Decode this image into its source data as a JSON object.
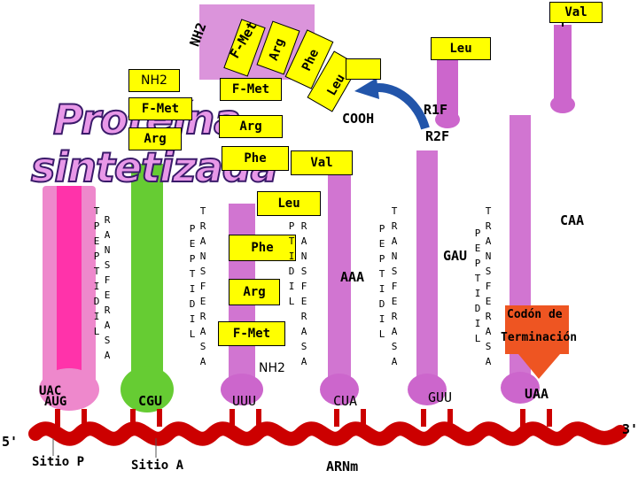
{
  "title_line1": "Proteína",
  "title_line2": "sintetizada",
  "chain_labels": {
    "nh2": "NH2",
    "fmet": "F-Met",
    "arg": "Arg",
    "phe": "Phe",
    "leu": "Leu"
  },
  "left_stack": {
    "nh2": "NH2",
    "fmet": "F-Met",
    "arg": "Arg"
  },
  "top_right": {
    "val": "Val",
    "leu": "Leu"
  },
  "factors": {
    "r1f": "R1F",
    "r2f": "R2F",
    "cooh": "COOH"
  },
  "floating": {
    "arg": "Arg",
    "phe": "Phe",
    "val": "Val",
    "leu": "Leu"
  },
  "trna_boxes": {
    "phe": "Phe",
    "arg": "Arg",
    "fmet": "F-Met",
    "nh2": "NH2"
  },
  "release_column_letters": [
    "T",
    "P",
    "R",
    "E",
    "A",
    "P",
    "N",
    "T",
    "S",
    "I",
    "F",
    "D",
    "E",
    "I",
    "R",
    "L",
    "A",
    "S",
    "A"
  ],
  "anticodons": {
    "uac": "UAC",
    "aug": "AUG",
    "cgu": "CGU",
    "uuu": "UUU",
    "cua": "CUA",
    "guu": "GUU",
    "uaa": "UAA",
    "aaa": "AAA",
    "gau": "GAU",
    "caa": "CAA"
  },
  "codon_termination": {
    "line1": "Codón de",
    "line2": "Terminación"
  },
  "sites": {
    "p": "Sitio P",
    "a": "Sitio A"
  },
  "mrna": {
    "label": "ARNm",
    "five_prime": "5'",
    "three_prime": "3'"
  },
  "colors": {
    "trna_purple": "#cc55cc",
    "trna_pink": "#ee88cc",
    "trna_green": "#66cc33",
    "mrna_red": "#cc0000",
    "box_yellow": "#ffff00",
    "arrow_blue": "#2255aa",
    "arrow_red": "#dd3300"
  }
}
